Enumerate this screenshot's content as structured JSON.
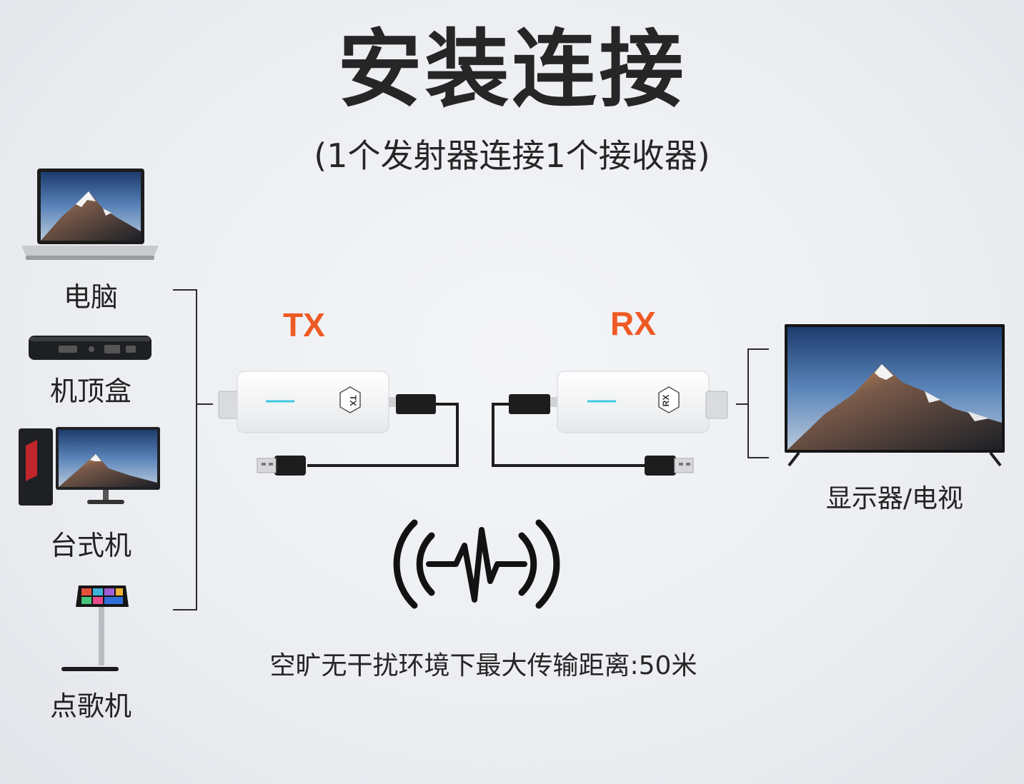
{
  "title": "安装连接",
  "subtitle": "(1个发射器连接1个接收器)",
  "sources": [
    {
      "label": "电脑",
      "icon": "laptop-icon"
    },
    {
      "label": "机顶盒",
      "icon": "set-top-box-icon"
    },
    {
      "label": "台式机",
      "icon": "desktop-pc-icon"
    },
    {
      "label": "点歌机",
      "icon": "karaoke-machine-icon"
    }
  ],
  "transmitter": {
    "tag": "TX",
    "badge": "TX",
    "icon": "hdmi-transmitter-icon"
  },
  "receiver": {
    "tag": "RX",
    "badge": "RX",
    "icon": "hdmi-receiver-icon"
  },
  "display": {
    "label": "显示器/电视",
    "icon": "tv-icon"
  },
  "signal_icon": "wireless-signal-icon",
  "note": "空旷无干扰环境下最大传输距离:50米",
  "colors": {
    "accent": "#ee5a24",
    "led": "#3ec8e6",
    "text": "#262626",
    "line": "#2b2b2b"
  }
}
